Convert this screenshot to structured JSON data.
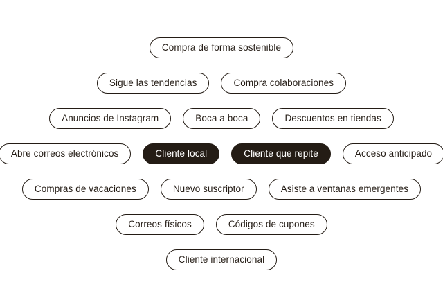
{
  "colors": {
    "background": "#ffffff",
    "pill_border": "#241c15",
    "pill_text": "#241c15",
    "pill_selected_bg": "#241c15",
    "pill_selected_text": "#ffffff"
  },
  "tag_rows": [
    {
      "pills": [
        {
          "label": "Compra de forma sostenible",
          "selected": false
        }
      ]
    },
    {
      "pills": [
        {
          "label": "Sigue las tendencias",
          "selected": false
        },
        {
          "label": "Compra colaboraciones",
          "selected": false
        }
      ]
    },
    {
      "pills": [
        {
          "label": "Anuncios de Instagram",
          "selected": false
        },
        {
          "label": "Boca a boca",
          "selected": false
        },
        {
          "label": "Descuentos en tiendas",
          "selected": false
        }
      ]
    },
    {
      "pills": [
        {
          "label": "Abre correos electrónicos",
          "selected": false
        },
        {
          "label": "Cliente local",
          "selected": true
        },
        {
          "label": "Cliente que repite",
          "selected": true
        },
        {
          "label": "Acceso anticipado",
          "selected": false
        }
      ]
    },
    {
      "pills": [
        {
          "label": "Compras de vacaciones",
          "selected": false
        },
        {
          "label": "Nuevo suscriptor",
          "selected": false
        },
        {
          "label": "Asiste a ventanas emergentes",
          "selected": false
        }
      ]
    },
    {
      "pills": [
        {
          "label": "Correos físicos",
          "selected": false
        },
        {
          "label": "Códigos de cupones",
          "selected": false
        }
      ]
    },
    {
      "pills": [
        {
          "label": "Cliente internacional",
          "selected": false
        }
      ]
    }
  ]
}
